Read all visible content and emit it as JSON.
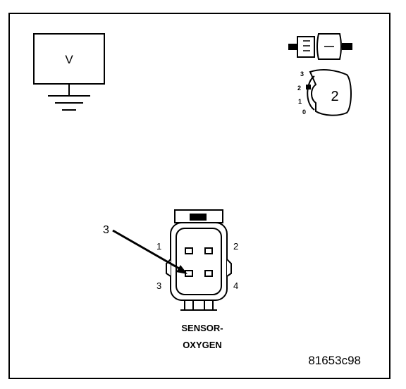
{
  "meter": {
    "label": "V"
  },
  "test_icon": {
    "scale_marks": [
      "3",
      "2",
      "1",
      "0"
    ],
    "pointer_value": "2"
  },
  "connector": {
    "pointer_label": "3",
    "pin_labels": {
      "p1": "1",
      "p2": "2",
      "p3": "3",
      "p4": "4"
    },
    "name_line1": "SENSOR-",
    "name_line2": "OXYGEN"
  },
  "figure_id": "81653c98",
  "colors": {
    "line": "#000000",
    "background": "#ffffff"
  }
}
